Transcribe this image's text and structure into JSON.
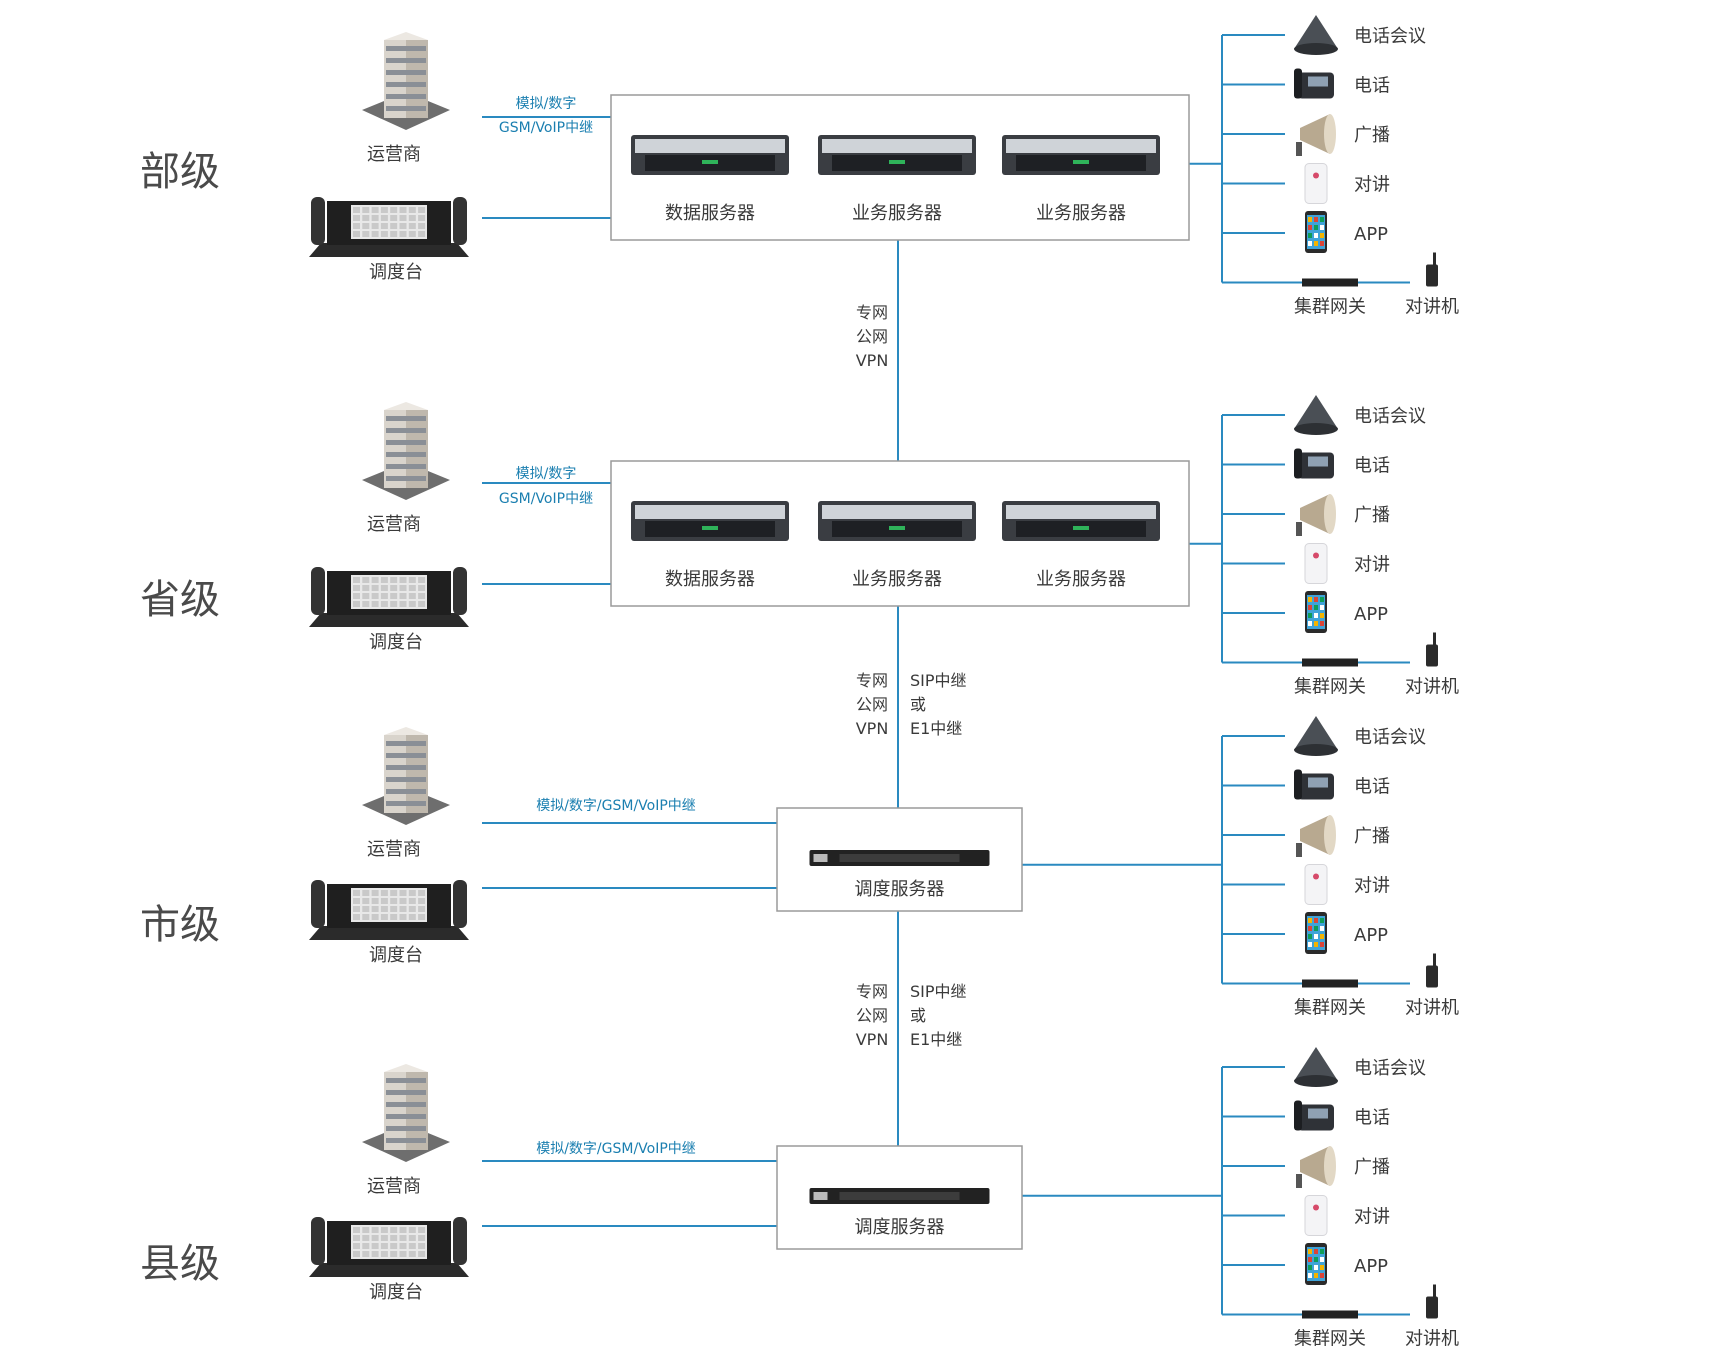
{
  "levels": [
    {
      "name": "部级",
      "operator_label": "运营商",
      "console_label": "调度台",
      "trunk_lines": [
        "模拟/数字",
        "GSM/VoIP中继"
      ],
      "servers": [
        "数据服务器",
        "业务服务器",
        "业务服务器"
      ],
      "endpoints": [
        "电话会议",
        "电话",
        "广播",
        "对讲",
        "APP"
      ],
      "gateway_label": "集群网关",
      "radio_label": "对讲机"
    },
    {
      "name": "省级",
      "operator_label": "运营商",
      "console_label": "调度台",
      "trunk_lines": [
        "模拟/数字",
        "GSM/VoIP中继"
      ],
      "servers": [
        "数据服务器",
        "业务服务器",
        "业务服务器"
      ],
      "endpoints": [
        "电话会议",
        "电话",
        "广播",
        "对讲",
        "APP"
      ],
      "gateway_label": "集群网关",
      "radio_label": "对讲机"
    },
    {
      "name": "市级",
      "operator_label": "运营商",
      "console_label": "调度台",
      "trunk_lines": [
        "模拟/数字/GSM/VoIP中继"
      ],
      "servers": [
        "调度服务器"
      ],
      "endpoints": [
        "电话会议",
        "电话",
        "广播",
        "对讲",
        "APP"
      ],
      "gateway_label": "集群网关",
      "radio_label": "对讲机"
    },
    {
      "name": "县级",
      "operator_label": "运营商",
      "console_label": "调度台",
      "trunk_lines": [
        "模拟/数字/GSM/VoIP中继"
      ],
      "servers": [
        "调度服务器"
      ],
      "endpoints": [
        "电话会议",
        "电话",
        "广播",
        "对讲",
        "APP"
      ],
      "gateway_label": "集群网关",
      "radio_label": "对讲机"
    }
  ],
  "links": [
    {
      "networks": [
        "专网",
        "公网",
        "VPN"
      ],
      "trunks": []
    },
    {
      "networks": [
        "专网",
        "公网",
        "VPN"
      ],
      "trunks": [
        "SIP中继",
        "或",
        "E1中继"
      ]
    },
    {
      "networks": [
        "专网",
        "公网",
        "VPN"
      ],
      "trunks": [
        "SIP中继",
        "或",
        "E1中继"
      ]
    }
  ],
  "colors": {
    "line": "#2a8ac0",
    "trunk_text": "#1b7fb0",
    "box_border": "#9a9a9a"
  }
}
